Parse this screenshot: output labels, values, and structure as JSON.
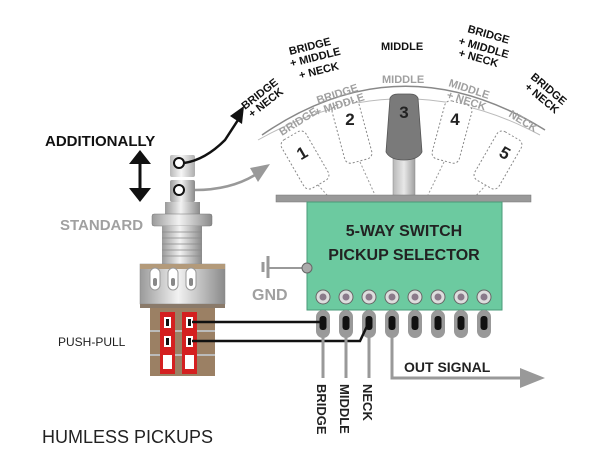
{
  "title": "HUMLESS PICKUPS",
  "push_pull": {
    "label": "PUSH-PULL",
    "additionally_label": "ADDITIONALLY",
    "standard_label": "STANDARD"
  },
  "switch": {
    "title_line1": "5-WAY SWITCH",
    "title_line2": "PICKUP SELECTOR",
    "gnd_label": "GND",
    "body_color": "#6ccaa0",
    "lever_color": "#7a7a7a",
    "positions": [
      {
        "number": "1",
        "standard": [
          "BRIDGE"
        ],
        "additional": [
          "BRIDGE",
          "+ NECK"
        ]
      },
      {
        "number": "2",
        "standard": [
          "BRIDGE",
          "+ MIDDLE"
        ],
        "additional": [
          "BRIDGE",
          "+ MIDDLE",
          "+ NECK"
        ]
      },
      {
        "number": "3",
        "standard": [
          "MIDDLE"
        ],
        "additional": [
          "MIDDLE"
        ]
      },
      {
        "number": "4",
        "standard": [
          "MIDDLE",
          "+ NECK"
        ],
        "additional": [
          "BRIDGE",
          "+ MIDDLE",
          "+ NECK"
        ]
      },
      {
        "number": "5",
        "standard": [
          "NECK"
        ],
        "additional": [
          "BRIDGE",
          "+ NECK"
        ]
      }
    ],
    "selected_position": "3"
  },
  "wires": {
    "bridge": "BRIDGE",
    "middle": "MIDDLE",
    "neck": "NECK",
    "out_signal": "OUT SIGNAL"
  },
  "colors": {
    "black": "#111111",
    "gray": "#999999",
    "red": "#d42020",
    "pot_brown": "#9b8064"
  }
}
